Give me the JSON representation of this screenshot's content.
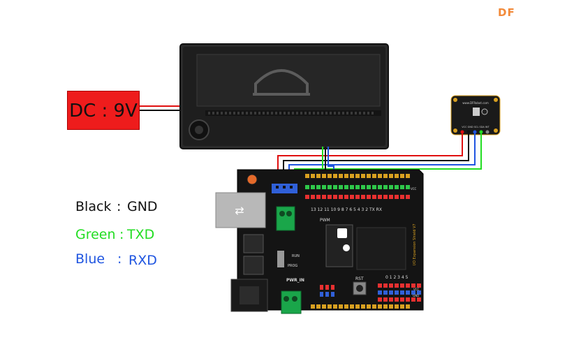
{
  "watermark": "DF",
  "power_label": "DC : 9V",
  "legend": [
    {
      "key": "Black",
      "sep": ":",
      "value": "GND",
      "color": "#111111"
    },
    {
      "key": "Green",
      "sep": ":",
      "value": "TXD",
      "color": "#22dd22"
    },
    {
      "key": "Blue",
      "sep": ":",
      "value": "RXD",
      "color": "#1f55e0"
    }
  ],
  "sensor_module": {
    "brand": "www.DFRobot.com",
    "pin_labels": "VCC GND SCL SDA INT"
  },
  "board_labels": {
    "pwm": "PWM",
    "pwr_in": "PWR_IN",
    "rst": "RST",
    "prog": "PROG",
    "run": "RUN",
    "vcc": "VCC",
    "gnd": "GND",
    "digital_pins": "13 12 11 10 9 8   7 6 5 4 3 2 TX RX",
    "analog_pins": "0 1 2 3 4 5",
    "shield_text": "I/O Expansion Shield V7"
  },
  "colors": {
    "power_box": "#ee1c1c",
    "wire_red": "#e01010",
    "wire_black": "#111111",
    "wire_green": "#22dd22",
    "wire_blue": "#1f55e0",
    "board": "#141414",
    "terminal_green": "#1aa64a",
    "header_red": "#e83030",
    "header_green": "#2fc84a",
    "header_blue": "#3060d8",
    "header_yellow": "#d8a020"
  }
}
